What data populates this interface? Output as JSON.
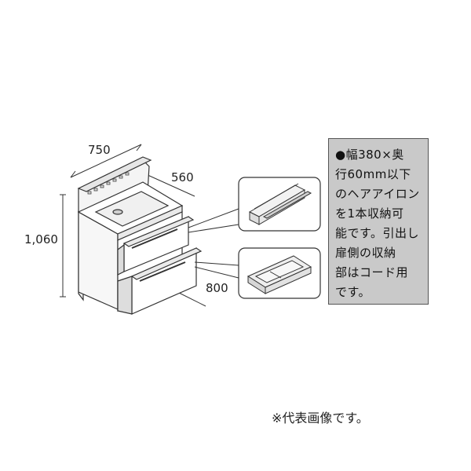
{
  "dimensions": {
    "width": "750",
    "depth": "560",
    "height": "1,060",
    "drawer_depth": "800"
  },
  "note": {
    "lines": [
      "●幅380×奥",
      "行60mm以下",
      "のヘアアイロン",
      "を1本収納可",
      "能です。引出し",
      "扉側の収納",
      "部はコード用",
      "です。"
    ]
  },
  "footnote": "※代表画像です。"
}
